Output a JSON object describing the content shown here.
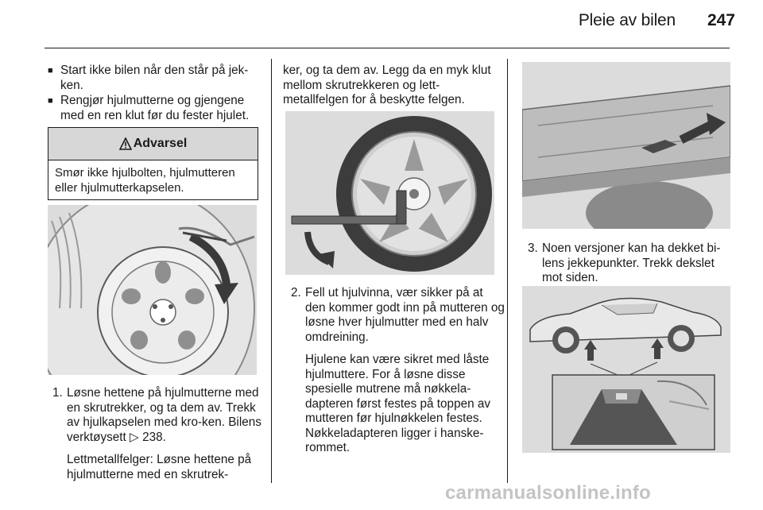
{
  "header": {
    "title": "Pleie av bilen",
    "page_number": "247"
  },
  "left_column": {
    "bullet_mark": "■",
    "bullets": [
      "Start ikke bilen når den står på jek-ken.",
      "Rengjør hjulmutterne og gjengene med en ren klut før du fester hjulet."
    ],
    "warning": {
      "title": "Advarsel",
      "body": "Smør ikke hjulbolten, hjulmutteren eller hjulmutterkapselen."
    },
    "step1": {
      "number": "1.",
      "text": "Løsne hettene på hjulmutterne med en skrutrekker, og ta dem av. Trekk av hjulkapselen med kro-ken. Bilens verktøysett",
      "ref_page": "238.",
      "continuation": "Lettmetallfelger: Løsne hettene på hjulmutterne med en skrutrek-"
    }
  },
  "middle_column": {
    "continuation": "ker, og ta dem av. Legg da en myk klut mellom skrutrekkeren og lett-metallfelgen for å beskytte felgen.",
    "step2": {
      "number": "2.",
      "text": "Fell ut hjulvinna, vær sikker på at den kommer godt inn på mutteren og løsne hver hjulmutter med en halv omdreining."
    },
    "note": "Hjulene kan være sikret med låste hjulmuttere. For å løsne disse spesielle mutrene må nøkkela-dapteren først festes på toppen av mutteren før hjulnøkkelen festes. Nøkkeladapteren ligger i hanske-rommet."
  },
  "right_column": {
    "step3": {
      "number": "3.",
      "text": "Noen versjoner kan ha dekket bi-lens jekkepunkter. Trekk dekslet mot siden."
    }
  },
  "watermark": "carmanualsonline.info"
}
